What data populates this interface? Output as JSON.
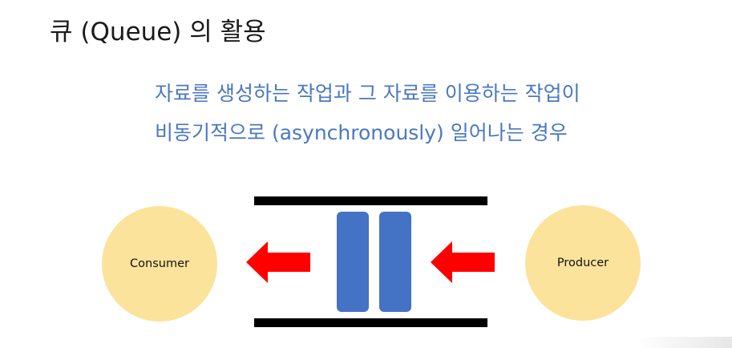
{
  "slide": {
    "title": "큐 (Queue) 의 활용",
    "body_lines": [
      "자료를 생성하는 작업과 그 자료를 이용하는 작업이",
      "비동기적으로 (asynchronously) 일어나는 경우"
    ],
    "body_text_color": "#4a78c0"
  },
  "diagram": {
    "consumer_label": "Consumer",
    "producer_label": "Producer",
    "circle_color": "#fbe39b",
    "queue_item_color": "#4472c4",
    "queue_item_count": 2,
    "arrow_color": "#ff0000",
    "arrow_direction": "left",
    "arrow_icon": "left-arrow-icon"
  }
}
